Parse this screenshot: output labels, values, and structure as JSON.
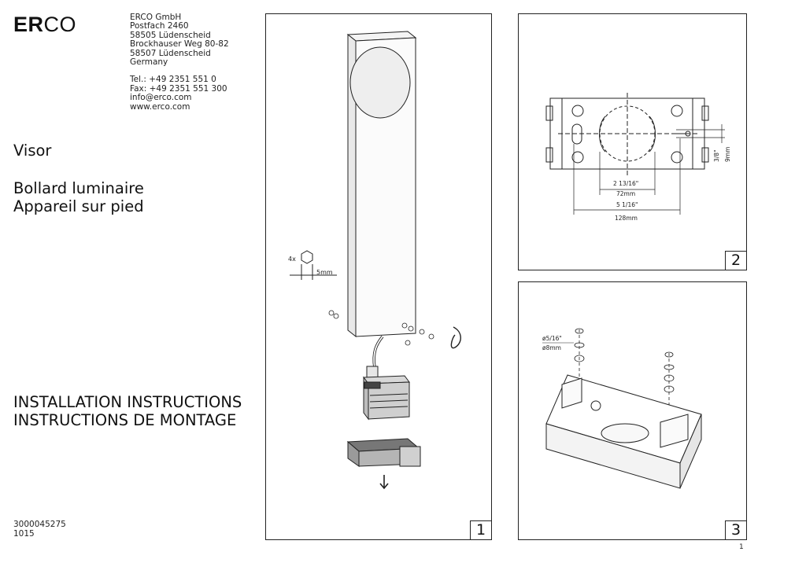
{
  "brand": {
    "logo_strong": "ER",
    "logo_light": "CO"
  },
  "address": {
    "company": "ERCO GmbH",
    "postbox": "Postfach 2460",
    "postcode_city_1": "58505 Lüdenscheid",
    "street": "Brockhauser Weg 80-82",
    "postcode_city_2": "58507 Lüdenscheid",
    "country": "Germany",
    "tel": "Tel.: +49 2351 551 0",
    "fax": "Fax: +49 2351 551 300",
    "email": "info@erco.com",
    "web": "www.erco.com"
  },
  "product": {
    "name": "Visor",
    "type_en": "Bollard luminaire",
    "type_fr": "Appareil sur pied"
  },
  "instructions": {
    "en": "INSTALLATION INSTRUCTIONS",
    "fr": "INSTRUCTIONS DE MONTAGE"
  },
  "document": {
    "number": "3000045275",
    "date_code": "1015",
    "page": "1"
  },
  "steps": [
    {
      "number": "1",
      "labels": {
        "count": "4x",
        "hex_size": "5mm"
      }
    },
    {
      "number": "2",
      "labels": {
        "dim_a_in": "2 13/16\"",
        "dim_a_mm": "72mm",
        "dim_b_in": "5 1/16\"",
        "dim_b_mm": "128mm",
        "dim_c_in": "3/8\"",
        "dim_c_mm": "9mm"
      }
    },
    {
      "number": "3",
      "labels": {
        "bolt_in": "ø5/16\"",
        "bolt_mm": "ø8mm"
      }
    }
  ],
  "colors": {
    "line": "#222222",
    "box_fill": "#9a9a9a"
  }
}
